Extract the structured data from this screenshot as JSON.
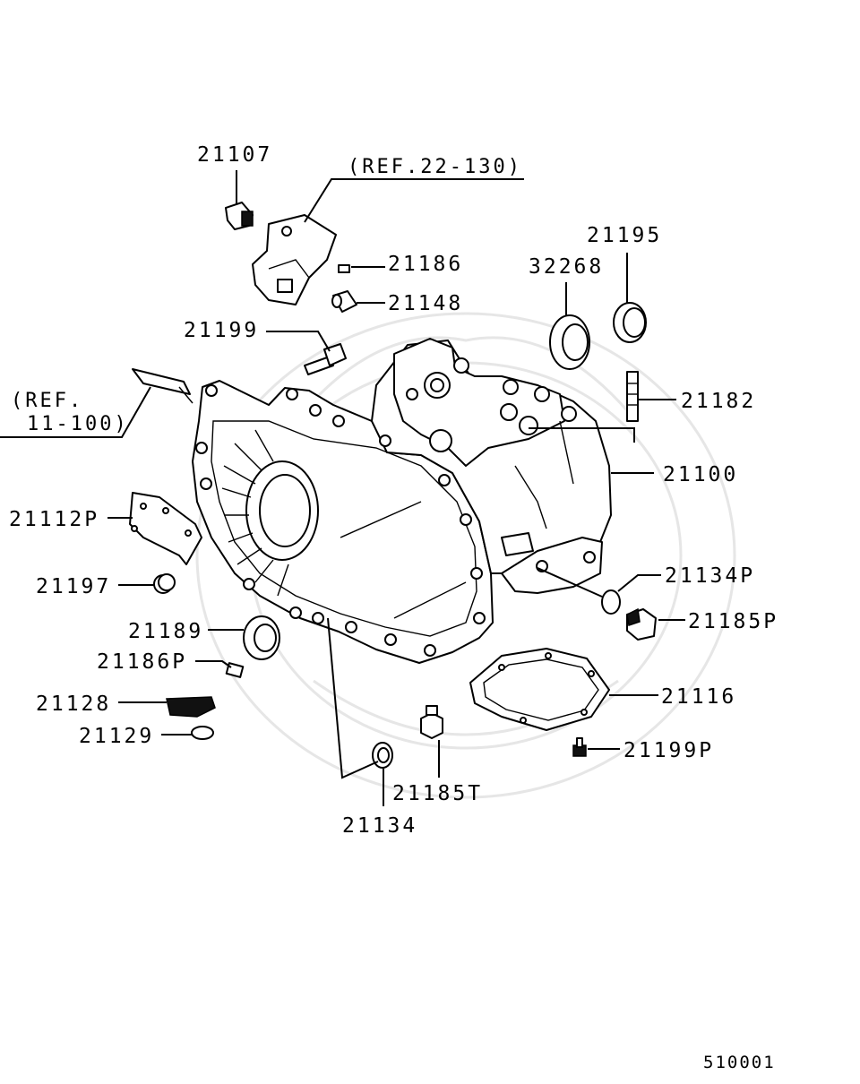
{
  "diagram": {
    "references": {
      "ref_22_130": "(REF.22-130)",
      "ref_11_100_line1": "(REF.",
      "ref_11_100_line2": "11-100)"
    },
    "callouts": {
      "p21107": "21107",
      "p21186": "21186",
      "p21148": "21148",
      "p21199": "21199",
      "p32268": "32268",
      "p21195": "21195",
      "p21182": "21182",
      "p21100": "21100",
      "p21112P": "21112P",
      "p21197": "21197",
      "p21134P": "21134P",
      "p21185P": "21185P",
      "p21189": "21189",
      "p21186P": "21186P",
      "p21128": "21128",
      "p21116": "21116",
      "p21129": "21129",
      "p21199P": "21199P",
      "p21185T": "21185T",
      "p21134": "21134"
    },
    "page_number": "510001"
  }
}
